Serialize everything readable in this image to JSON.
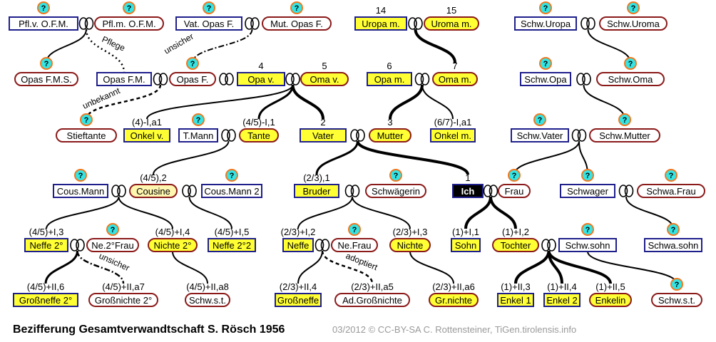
{
  "title": "Bezifferung Gesamtverwandtschaft S. Rösch 1956",
  "credit": "03/2012 © CC-BY-SA C. Rottensteiner, TiGen.tirolensis.info",
  "unknown_mark": "?",
  "colors": {
    "male_border": "#1f1f8c",
    "female_border": "#8b1a1a",
    "highlight_fill": "#ffff33",
    "spouse_fill": "#fff6b0",
    "unknown_fill": "#33e5e5",
    "unknown_ring": "#f07820",
    "ego_fill": "#000000",
    "line": "#000000"
  },
  "persons": [
    {
      "id": "pflv",
      "label": "Pfl.v. O.F.M.",
      "sex": "m",
      "fill": "white",
      "q": true
    },
    {
      "id": "pflm",
      "label": "Pfl.m. O.F.M.",
      "sex": "f",
      "fill": "white",
      "q": true
    },
    {
      "id": "vatopas",
      "label": "Vat. Opas F.",
      "sex": "m",
      "fill": "white",
      "q": true
    },
    {
      "id": "mutopas",
      "label": "Mut. Opas F.",
      "sex": "f",
      "fill": "white",
      "q": true
    },
    {
      "id": "uropa",
      "label": "Uropa m.",
      "sex": "m",
      "fill": "yellow",
      "num": "14"
    },
    {
      "id": "uroma",
      "label": "Uroma m.",
      "sex": "f",
      "fill": "yellow",
      "num": "15"
    },
    {
      "id": "schwuropa",
      "label": "Schw.Uropa",
      "sex": "m",
      "fill": "white",
      "q": true
    },
    {
      "id": "schwuroma",
      "label": "Schw.Uroma",
      "sex": "f",
      "fill": "white",
      "q": true
    },
    {
      "id": "opasfms",
      "label": "Opas F.M.S.",
      "sex": "f",
      "fill": "white",
      "q": true
    },
    {
      "id": "opasfm",
      "label": "Opas F.M.",
      "sex": "m",
      "fill": "white"
    },
    {
      "id": "opasf",
      "label": "Opas F.",
      "sex": "f",
      "fill": "white",
      "q": true
    },
    {
      "id": "opav",
      "label": "Opa v.",
      "sex": "m",
      "fill": "yellow",
      "num": "4"
    },
    {
      "id": "omav",
      "label": "Oma v.",
      "sex": "f",
      "fill": "yellow",
      "num": "5"
    },
    {
      "id": "opam",
      "label": "Opa m.",
      "sex": "m",
      "fill": "yellow",
      "num": "6"
    },
    {
      "id": "omam",
      "label": "Oma m.",
      "sex": "f",
      "fill": "yellow",
      "num": "7"
    },
    {
      "id": "schwopa",
      "label": "Schw.Opa",
      "sex": "m",
      "fill": "white",
      "q": true
    },
    {
      "id": "schwoma",
      "label": "Schw.Oma",
      "sex": "f",
      "fill": "white",
      "q": true
    },
    {
      "id": "stieftante",
      "label": "Stieftante",
      "sex": "f",
      "fill": "white",
      "q": true
    },
    {
      "id": "onkelv",
      "label": "Onkel v.",
      "sex": "m",
      "fill": "yellow",
      "num": "(4)-I,a1"
    },
    {
      "id": "tmann",
      "label": "T.Mann",
      "sex": "m",
      "fill": "white",
      "q": true
    },
    {
      "id": "tante",
      "label": "Tante",
      "sex": "f",
      "fill": "yellow",
      "num": "(4/5)-I,1"
    },
    {
      "id": "vater",
      "label": "Vater",
      "sex": "m",
      "fill": "yellow",
      "num": "2"
    },
    {
      "id": "mutter",
      "label": "Mutter",
      "sex": "f",
      "fill": "yellow",
      "num": "3"
    },
    {
      "id": "onkelm",
      "label": "Onkel m.",
      "sex": "m",
      "fill": "yellow",
      "num": "(6/7)-I,a1"
    },
    {
      "id": "schwvater",
      "label": "Schw.Vater",
      "sex": "m",
      "fill": "white",
      "q": true
    },
    {
      "id": "schwmutter",
      "label": "Schw.Mutter",
      "sex": "f",
      "fill": "white",
      "q": true
    },
    {
      "id": "cousmann",
      "label": "Cous.Mann",
      "sex": "m",
      "fill": "white",
      "q": true
    },
    {
      "id": "cousine",
      "label": "Cousine",
      "sex": "f",
      "fill": "spouse",
      "num": "(4/5),2"
    },
    {
      "id": "cousmann2",
      "label": "Cous.Mann 2",
      "sex": "m",
      "fill": "white",
      "q": true
    },
    {
      "id": "bruder",
      "label": "Bruder",
      "sex": "m",
      "fill": "yellow",
      "num": "(2/3),1"
    },
    {
      "id": "schwaegerin",
      "label": "Schwägerin",
      "sex": "f",
      "fill": "white",
      "q": true
    },
    {
      "id": "ich",
      "label": "Ich",
      "sex": "m",
      "fill": "ego",
      "num": "1"
    },
    {
      "id": "frau",
      "label": "Frau",
      "sex": "f",
      "fill": "white",
      "q": true
    },
    {
      "id": "schwager",
      "label": "Schwager",
      "sex": "m",
      "fill": "white",
      "q": true
    },
    {
      "id": "schwafrau",
      "label": "Schwa.Frau",
      "sex": "f",
      "fill": "white",
      "q": true
    },
    {
      "id": "neffe2",
      "label": "Neffe 2°",
      "sex": "m",
      "fill": "yellow",
      "num": "(4/5)+I,3"
    },
    {
      "id": "ne2frau",
      "label": "Ne.2°Frau",
      "sex": "f",
      "fill": "white",
      "q": true
    },
    {
      "id": "nichte2",
      "label": "Nichte 2°",
      "sex": "f",
      "fill": "yellow",
      "num": "(4/5)+I,4"
    },
    {
      "id": "neffe22",
      "label": "Neffe 2°2",
      "sex": "m",
      "fill": "yellow",
      "num": "(4/5)+I,5"
    },
    {
      "id": "neffe",
      "label": "Neffe",
      "sex": "m",
      "fill": "yellow",
      "num": "(2/3)+I,2"
    },
    {
      "id": "nefrau",
      "label": "Ne.Frau",
      "sex": "f",
      "fill": "white",
      "q": true
    },
    {
      "id": "nichte",
      "label": "Nichte",
      "sex": "f",
      "fill": "yellow",
      "num": "(2/3)+I,3"
    },
    {
      "id": "sohn",
      "label": "Sohn",
      "sex": "m",
      "fill": "yellow",
      "num": "(1)+I,1"
    },
    {
      "id": "tochter",
      "label": "Tochter",
      "sex": "f",
      "fill": "yellow",
      "num": "(1)+I,2"
    },
    {
      "id": "schwsohn",
      "label": "Schw.sohn",
      "sex": "m",
      "fill": "white",
      "q": true
    },
    {
      "id": "schwasohn",
      "label": "Schwa.sohn",
      "sex": "m",
      "fill": "white",
      "q": true
    },
    {
      "id": "grossneffe2",
      "label": "Großneffe 2°",
      "sex": "m",
      "fill": "yellow",
      "num": "(4/5)+II,6"
    },
    {
      "id": "grossnichte2",
      "label": "Großnichte 2°",
      "sex": "f",
      "fill": "white",
      "num": "(4/5)+II,a7"
    },
    {
      "id": "schwst1",
      "label": "Schw.s.t.",
      "sex": "f",
      "fill": "white",
      "num": "(4/5)+II,a8"
    },
    {
      "id": "grossneffe",
      "label": "Großneffe",
      "sex": "m",
      "fill": "yellow",
      "num": "(2/3)+II,4"
    },
    {
      "id": "adgrossnichte",
      "label": "Ad.Großnichte",
      "sex": "f",
      "fill": "white",
      "num": "(2/3)+II,a5"
    },
    {
      "id": "grnichte",
      "label": "Gr.nichte",
      "sex": "f",
      "fill": "yellow",
      "num": "(2/3)+II,a6"
    },
    {
      "id": "enkel1",
      "label": "Enkel 1",
      "sex": "m",
      "fill": "yellow",
      "num": "(1)+II,3"
    },
    {
      "id": "enkel2",
      "label": "Enkel 2",
      "sex": "m",
      "fill": "yellow",
      "num": "(1)+II,4"
    },
    {
      "id": "enkelin",
      "label": "Enkelin",
      "sex": "f",
      "fill": "yellow",
      "num": "(1)+II,5"
    },
    {
      "id": "schwst2",
      "label": "Schw.s.t.",
      "sex": "f",
      "fill": "white",
      "q": true
    }
  ],
  "line_labels": {
    "pflege": "Pflege",
    "unsicher_top": "unsicher",
    "unbekannt": "unbekannt",
    "unsicher_bottom": "unsicher",
    "adoptiert": "adoptiert"
  }
}
